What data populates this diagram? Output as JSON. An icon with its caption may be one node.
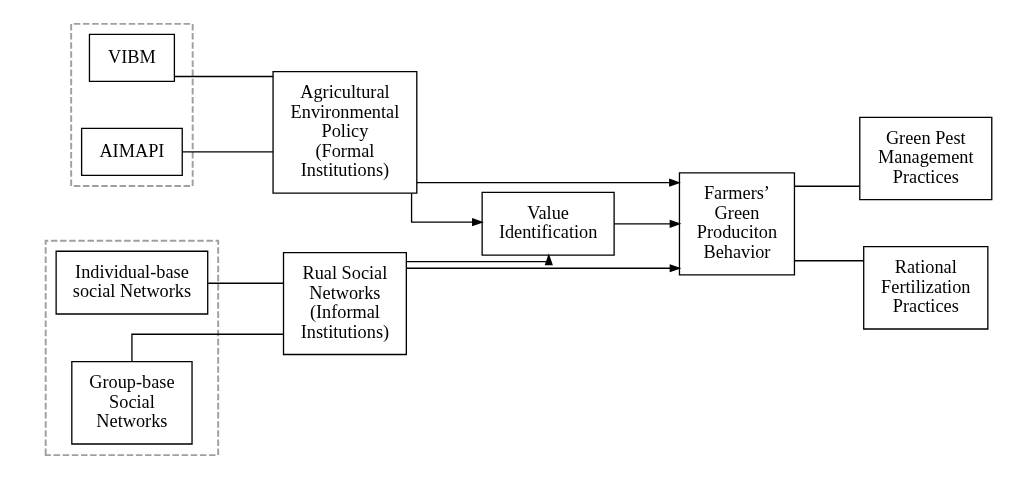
{
  "diagram": {
    "nodes": [
      {
        "text": [],
        "shape": "box"
      },
      {
        "text": [
          "VIBM"
        ],
        "in": 0
      },
      {
        "text": [
          "AIMAPI"
        ],
        "in": 0
      },
      {
        "text": [
          "Agricultural Environmental Policy",
          "(Formal Institutions)"
        ]
      },
      {
        "text": [
          "Green Pest Management Practices"
        ]
      },
      {
        "text": [
          "Value Identification"
        ]
      },
      {
        "text": [
          "Farmers’ Green Produciton Behavior"
        ]
      },
      {
        "text": [],
        "shape": "box"
      },
      {
        "text": [
          "Individual-base social Networks"
        ],
        "in": 7
      },
      {
        "text": [
          "Group-base Social Networks"
        ],
        "in": 7
      },
      {
        "text": [
          "Rual Social Networks",
          "(Informal Institutions)"
        ]
      },
      {
        "text": [
          "Rational Fertilization Practices"
        ]
      }
    ],
    "edges": [
      {
        "from": 1,
        "to": 3,
        "arrow": "none"
      },
      {
        "from": 2,
        "to": 3,
        "arrow": "none"
      },
      {
        "from": 3,
        "to": 5,
        "arrow": "to"
      },
      {
        "from": 3,
        "to": 6,
        "arrow": "to"
      },
      {
        "from": 10,
        "to": 5,
        "arrow": "to"
      },
      {
        "from": 5,
        "to": 6,
        "arrow": "to"
      },
      {
        "from": 10,
        "to": 6,
        "arrow": "to"
      },
      {
        "from": 8,
        "to": 10,
        "arrow": "none"
      },
      {
        "from": 9,
        "to": 10,
        "arrow": "none"
      },
      {
        "from": 6,
        "to": 4,
        "arrow": "none"
      },
      {
        "from": 6,
        "to": 11,
        "arrow": "none"
      }
    ]
  }
}
